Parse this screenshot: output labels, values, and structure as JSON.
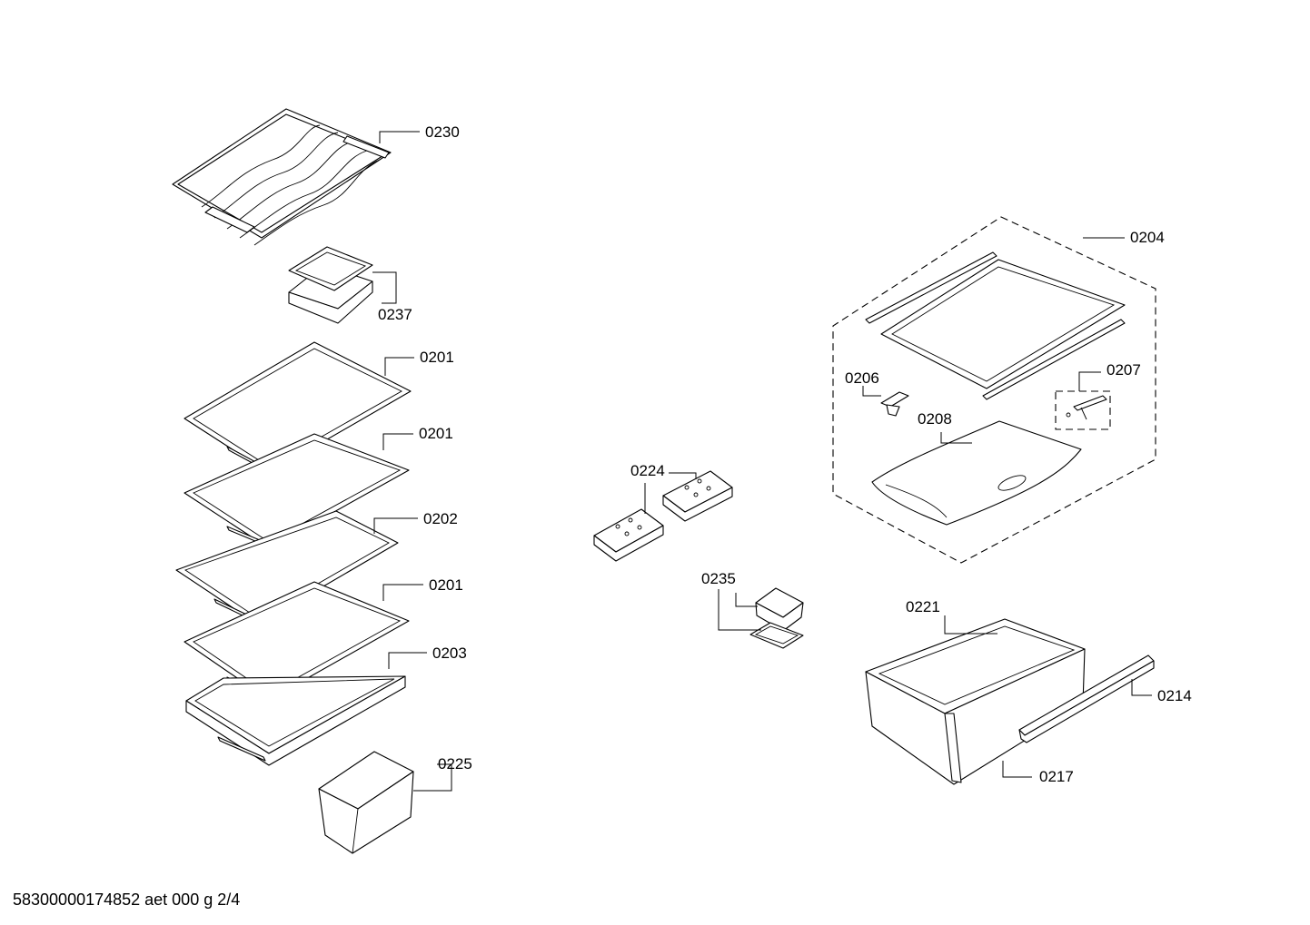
{
  "callouts": {
    "c0230": "0230",
    "c0237": "0237",
    "c0201_a": "0201",
    "c0201_b": "0201",
    "c0202": "0202",
    "c0201_c": "0201",
    "c0203": "0203",
    "c0225": "0225",
    "c0224": "0224",
    "c0235": "0235",
    "c0204": "0204",
    "c0206": "0206",
    "c0207": "0207",
    "c0208": "0208",
    "c0221": "0221",
    "c0214": "0214",
    "c0217": "0217"
  },
  "footer": {
    "document_code": "58300000174852 aet 000 g 2/4"
  }
}
